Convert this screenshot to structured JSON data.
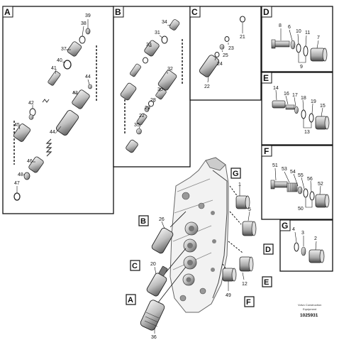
{
  "panels": {
    "A": {
      "label": "A",
      "callouts": [
        "39",
        "38",
        "37",
        "40",
        "41",
        "44",
        "43",
        "42",
        "45",
        "44",
        "46",
        "48",
        "47"
      ]
    },
    "B": {
      "label": "B",
      "callouts": [
        "34",
        "31",
        "33",
        "32",
        "30",
        "28",
        "29",
        "27",
        "35"
      ]
    },
    "C": {
      "label": "C",
      "callouts": [
        "21",
        "23",
        "25",
        "24",
        "22"
      ]
    },
    "D": {
      "label": "D",
      "callouts": [
        "8",
        "6",
        "10",
        "11",
        "7",
        "9"
      ]
    },
    "E": {
      "label": "E",
      "callouts": [
        "14",
        "16",
        "17",
        "18",
        "19",
        "15",
        "13"
      ]
    },
    "F": {
      "label": "F",
      "callouts": [
        "51",
        "53",
        "54",
        "55",
        "56",
        "52",
        "50"
      ]
    },
    "G": {
      "label": "G",
      "callouts": [
        "4",
        "3",
        "2"
      ]
    }
  },
  "main": {
    "tags": [
      "G",
      "B",
      "D",
      "C",
      "E",
      "A",
      "F"
    ],
    "callouts": [
      "1",
      "5",
      "26",
      "20",
      "12",
      "49",
      "36"
    ]
  },
  "footer": {
    "line1": "Volvo Construction",
    "line2": "Equipment",
    "code": "1025931"
  }
}
